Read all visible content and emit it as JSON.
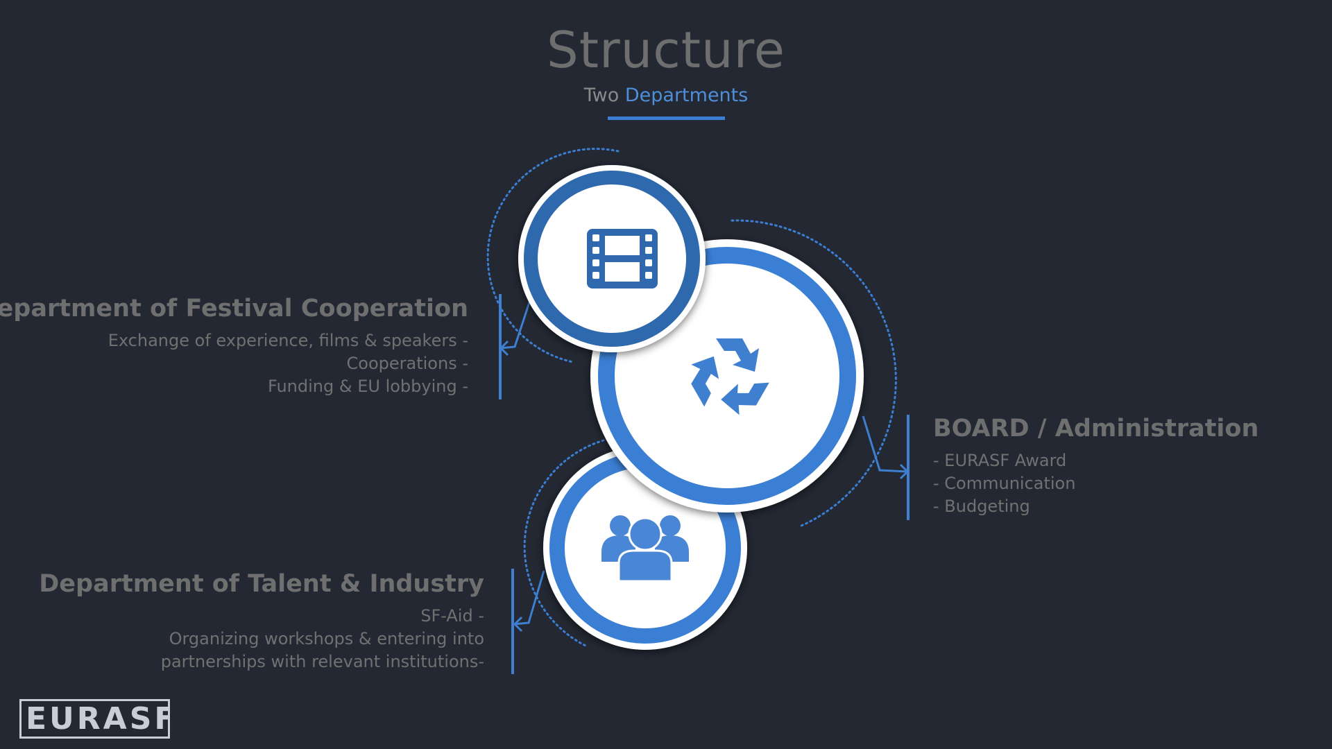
{
  "header": {
    "title": "Structure",
    "subtitle_prefix": "Two",
    "subtitle_accent": "Departments"
  },
  "departments": [
    {
      "title": "Department of Festival Cooperation",
      "lines": [
        "Exchange of experience, films & speakers -",
        "Cooperations -",
        "Funding & EU lobbying -"
      ],
      "icon": "film-strip-icon"
    },
    {
      "title": "BOARD / Administration",
      "lines": [
        "- EURASF Award",
        "- Communication",
        "- Budgeting"
      ],
      "icon": "recycle-icon"
    },
    {
      "title": "Department of Talent & Industry",
      "lines": [
        "SF-Aid -",
        "Organizing workshops & entering into",
        "partnerships with relevant institutions-"
      ],
      "icon": "group-icon"
    }
  ],
  "logo": {
    "text": "EURASF"
  },
  "colors": {
    "background": "#232833",
    "accent": "#3b7fd4",
    "dark_blue": "#2f5f9f",
    "text_grey": "#6f6f6f"
  }
}
